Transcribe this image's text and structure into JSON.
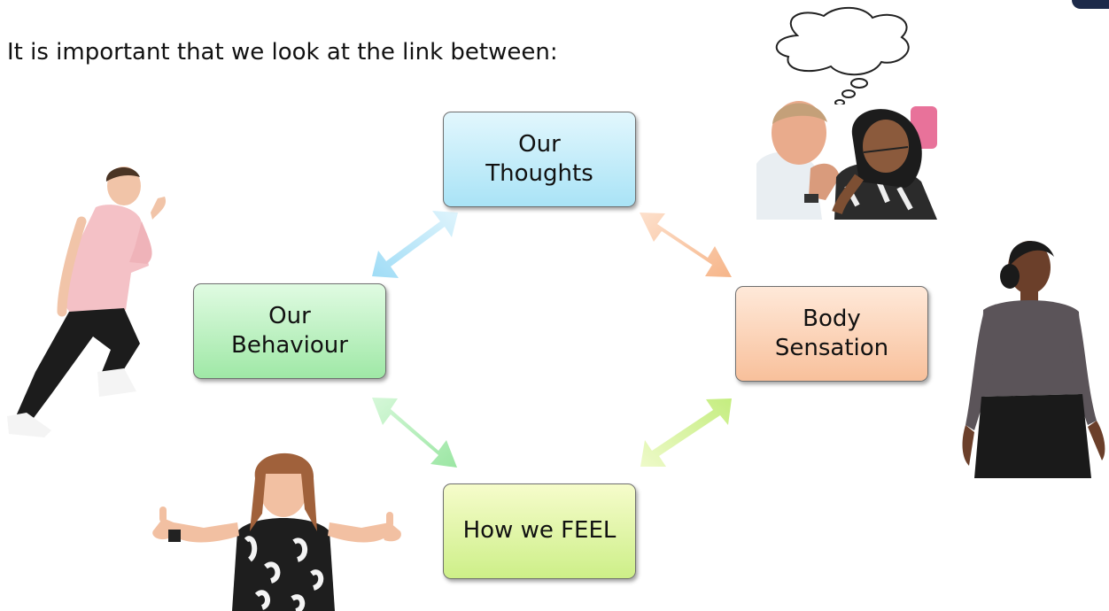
{
  "heading": "It is important that we look at the link between:",
  "boxes": {
    "thoughts": "Our\nThoughts",
    "behaviour": "Our\nBehaviour",
    "body": "Body\nSensation",
    "feel": "How we FEEL"
  },
  "colors": {
    "thoughts_arrow": "#a6dff5",
    "behaviour_arrow": "#9fe8a6",
    "body_arrow": "#f9c29e",
    "feel_arrow": "#c9ef86"
  }
}
